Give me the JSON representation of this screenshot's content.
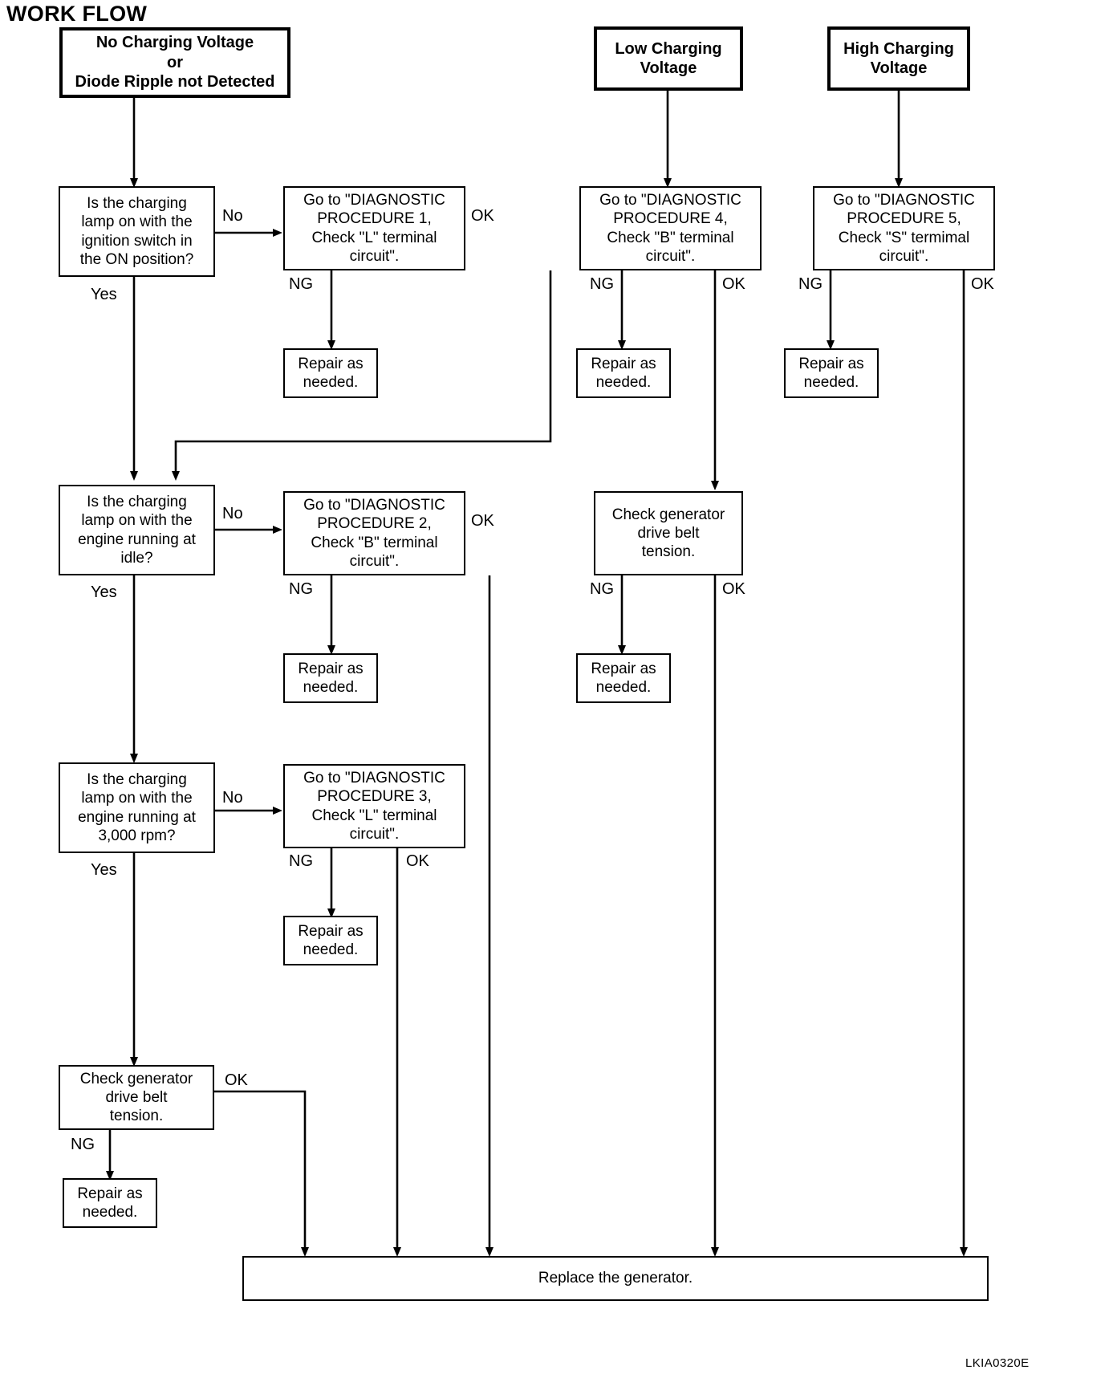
{
  "title": "WORK FLOW",
  "figure_code": "LKIA0320E",
  "final": {
    "label": "Replace the generator."
  },
  "entries": [
    {
      "id": "entry-no-charging",
      "lines": [
        "No Charging Voltage",
        "or",
        "Diode Ripple not Detected"
      ]
    },
    {
      "id": "entry-low-charging",
      "lines": [
        "Low Charging",
        "Voltage"
      ]
    },
    {
      "id": "entry-high-charging",
      "lines": [
        "High Charging",
        "Voltage"
      ]
    }
  ],
  "decisions": [
    {
      "id": "decision-ignition-on",
      "lines": [
        "Is the charging",
        "lamp on with the",
        "ignition switch in",
        "the ON position?"
      ]
    },
    {
      "id": "decision-engine-idle",
      "lines": [
        "Is the charging",
        "lamp on with the",
        "engine running at",
        "idle?"
      ]
    },
    {
      "id": "decision-engine-3000rpm",
      "lines": [
        "Is the charging",
        "lamp on with the",
        "engine running at",
        "3,000 rpm?"
      ]
    }
  ],
  "procedures": [
    {
      "id": "procedure-1",
      "lines": [
        "Go to \"DIAGNOSTIC",
        "PROCEDURE 1,",
        "Check \"L\" terminal",
        "circuit\"."
      ]
    },
    {
      "id": "procedure-2",
      "lines": [
        "Go to \"DIAGNOSTIC",
        "PROCEDURE 2,",
        "Check \"B\" terminal",
        "circuit\"."
      ]
    },
    {
      "id": "procedure-3",
      "lines": [
        "Go to \"DIAGNOSTIC",
        "PROCEDURE 3,",
        "Check \"L\" terminal",
        "circuit\"."
      ]
    },
    {
      "id": "procedure-4",
      "lines": [
        "Go to \"DIAGNOSTIC",
        "PROCEDURE 4,",
        "Check \"B\" terminal",
        "circuit\"."
      ]
    },
    {
      "id": "procedure-5",
      "lines": [
        "Go to \"DIAGNOSTIC",
        "PROCEDURE 5,",
        "Check \"S\" termimal",
        "circuit\"."
      ]
    }
  ],
  "repairs": [
    {
      "id": "repair-1",
      "lines": [
        "Repair as",
        "needed."
      ]
    },
    {
      "id": "repair-2",
      "lines": [
        "Repair as",
        "needed."
      ]
    },
    {
      "id": "repair-3",
      "lines": [
        "Repair as",
        "needed."
      ]
    },
    {
      "id": "repair-4",
      "lines": [
        "Repair as",
        "needed."
      ]
    },
    {
      "id": "repair-5",
      "lines": [
        "Repair as",
        "needed."
      ]
    },
    {
      "id": "repair-6",
      "lines": [
        "Repair as",
        "needed."
      ]
    }
  ],
  "belt_checks": [
    {
      "id": "belt-check-left",
      "lines": [
        "Check generator",
        "drive belt",
        "tension."
      ]
    },
    {
      "id": "belt-check-mid",
      "lines": [
        "Check generator",
        "drive belt",
        "tension."
      ]
    }
  ],
  "edge_labels": {
    "no_1": "No",
    "yes_1": "Yes",
    "ok_1": "OK",
    "ng_1": "NG",
    "no_2": "No",
    "yes_2": "Yes",
    "ok_2": "OK",
    "ng_2": "NG",
    "no_3": "No",
    "yes_3": "Yes",
    "ok_3": "OK",
    "ng_3": "NG",
    "ok_belt_left": "OK",
    "ng_belt_left": "NG",
    "ng_p4": "NG",
    "ok_p4": "OK",
    "ng_belt_mid": "NG",
    "ok_belt_mid": "OK",
    "ng_p5": "NG",
    "ok_p5": "OK"
  }
}
